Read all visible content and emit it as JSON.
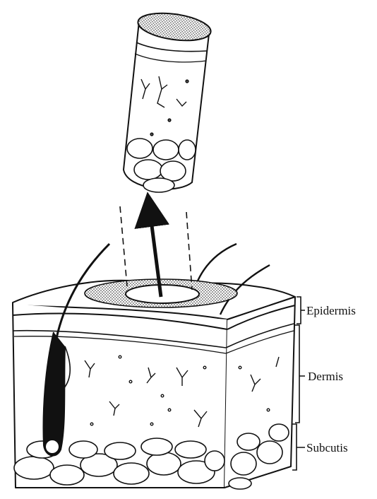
{
  "labels": {
    "epidermis": "Epidermis",
    "dermis": "Dermis",
    "subcutis": "Subcutis"
  },
  "colors": {
    "ink": "#111111",
    "paper": "#ffffff",
    "stipple": "#9a9a9a"
  }
}
